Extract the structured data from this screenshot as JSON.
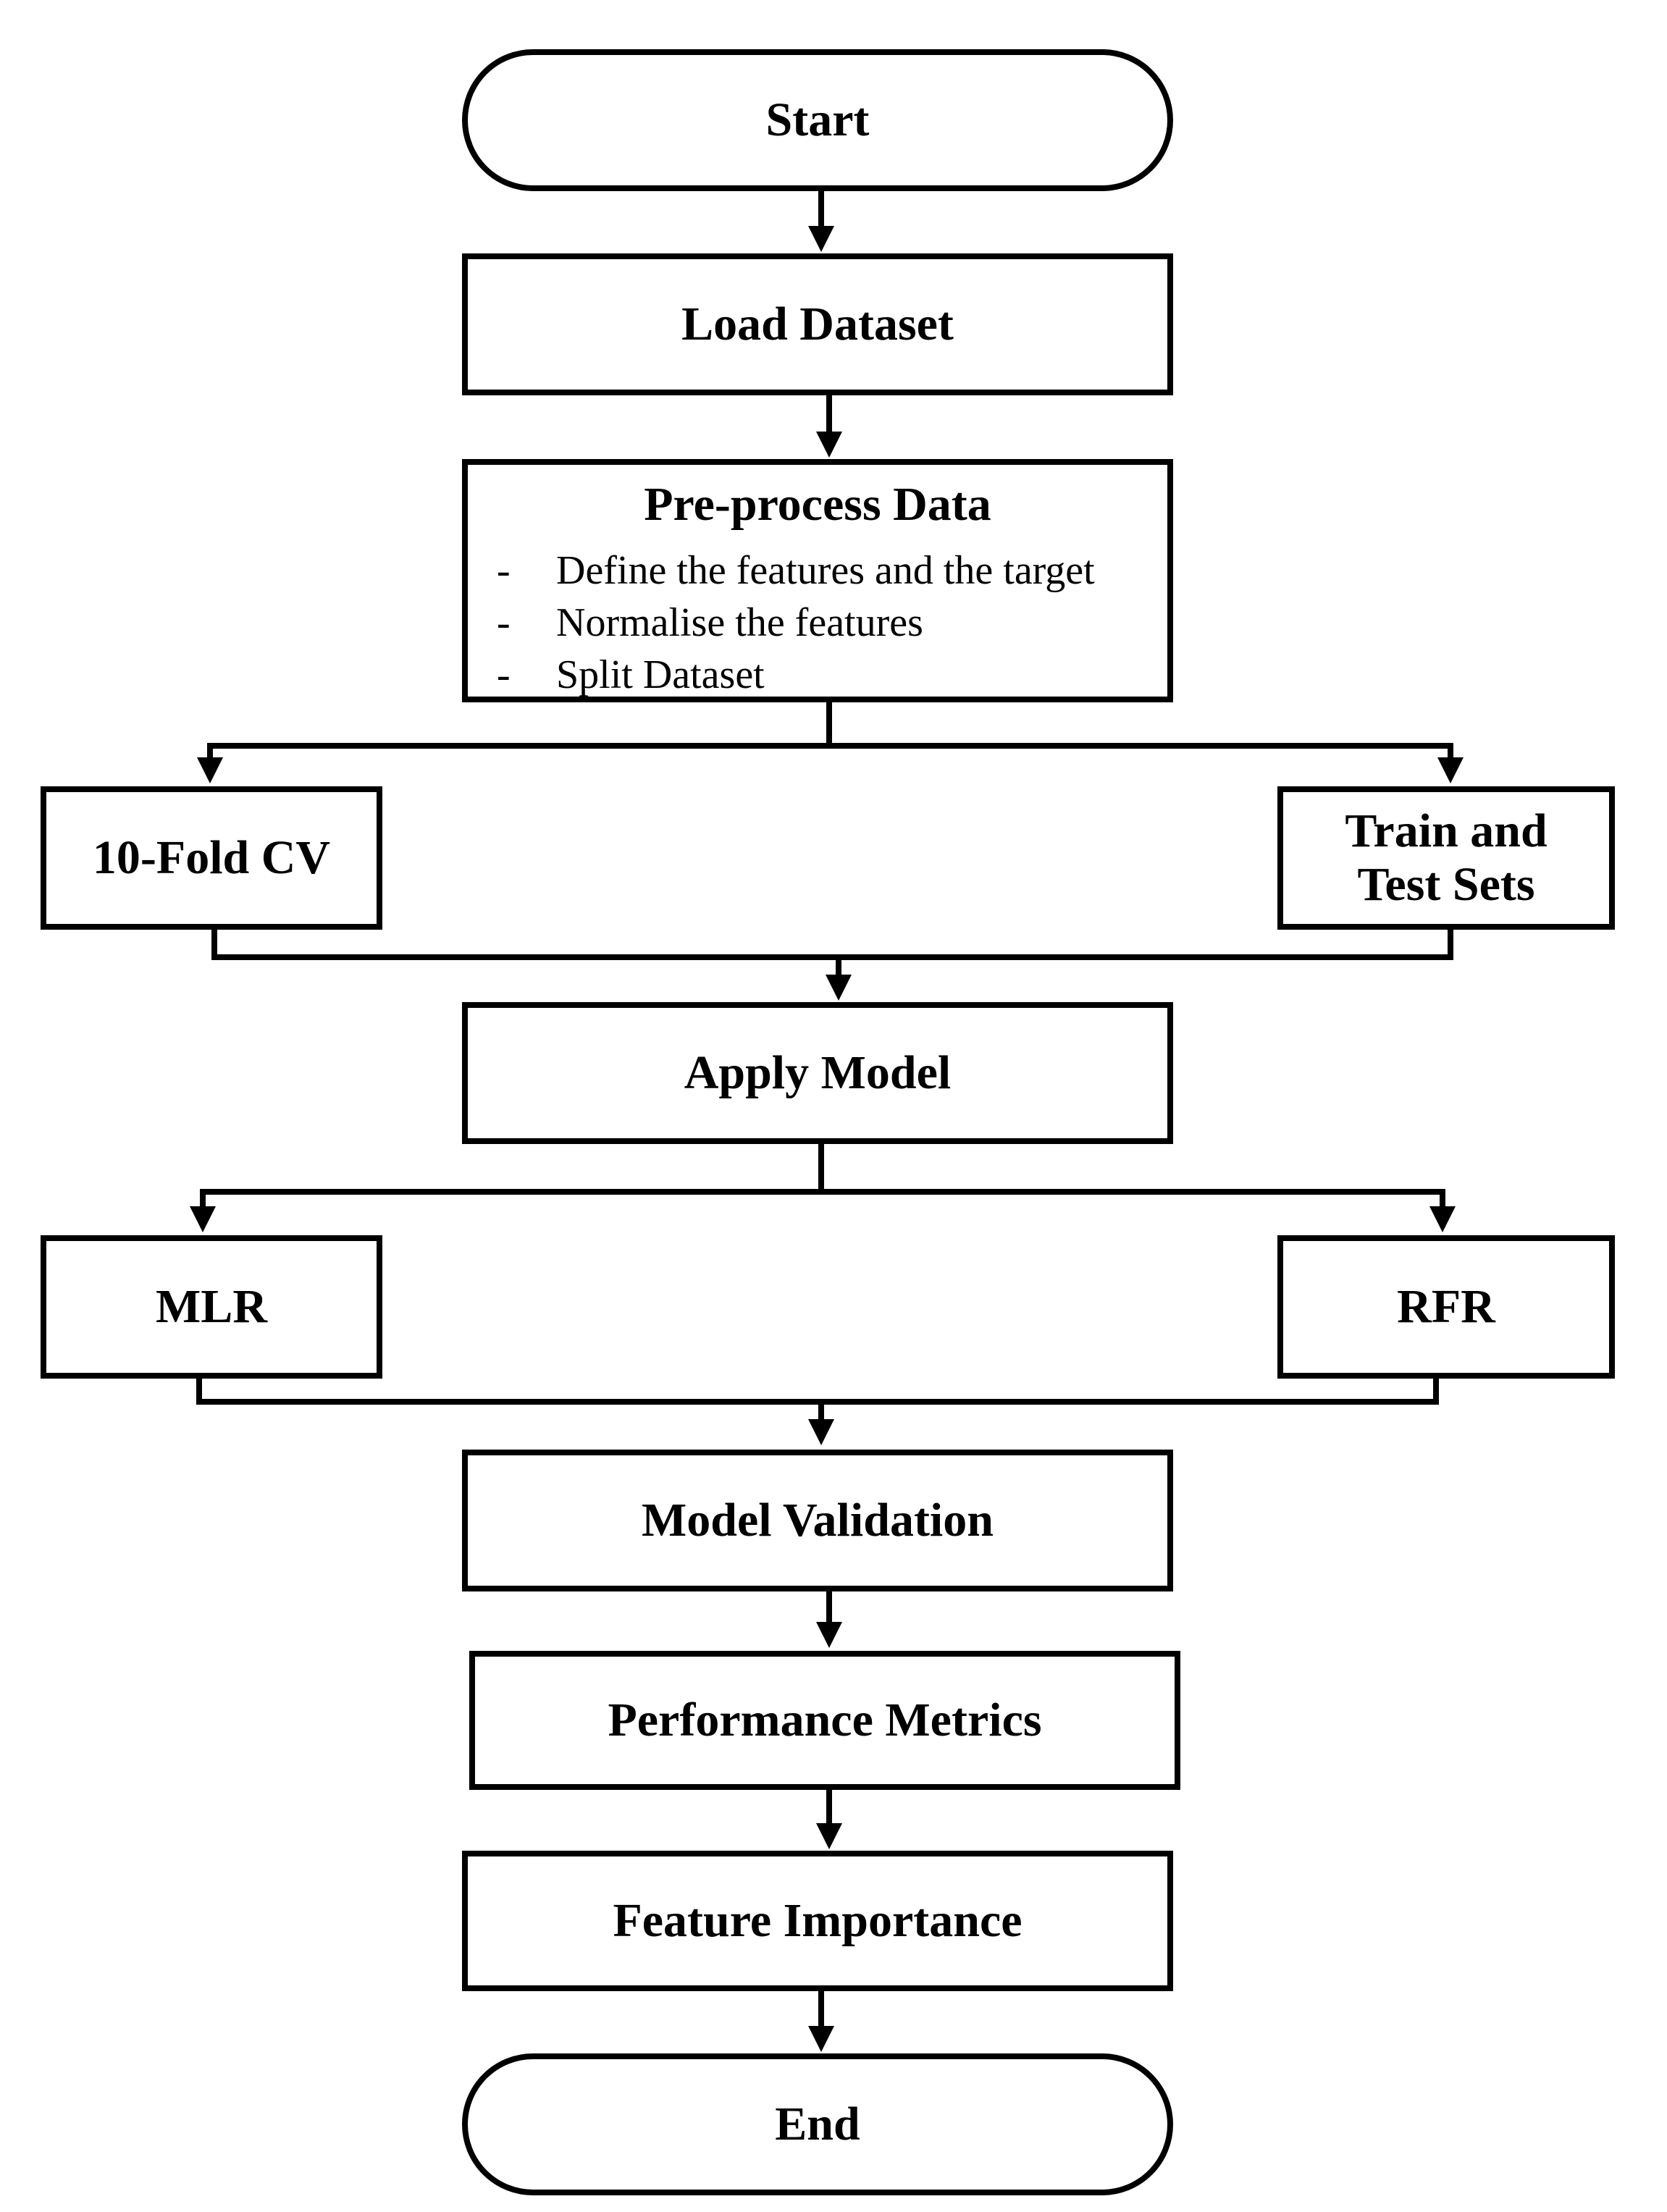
{
  "flowchart": {
    "start": "Start",
    "load_dataset": "Load Dataset",
    "preprocess": {
      "title": "Pre-process Data",
      "bullet": "-",
      "steps": [
        "Define the features and the target",
        "Normalise the features",
        "Split Dataset"
      ]
    },
    "cross_validation": "10-Fold CV",
    "train_test": [
      "Train and",
      "Test Sets"
    ],
    "apply_model": "Apply Model",
    "mlr": "MLR",
    "rfr": "RFR",
    "model_validation": "Model Validation",
    "performance_metrics": "Performance Metrics",
    "feature_importance": "Feature Importance",
    "end": "End"
  },
  "colors": {
    "stroke": "#000000",
    "background": "#ffffff"
  }
}
